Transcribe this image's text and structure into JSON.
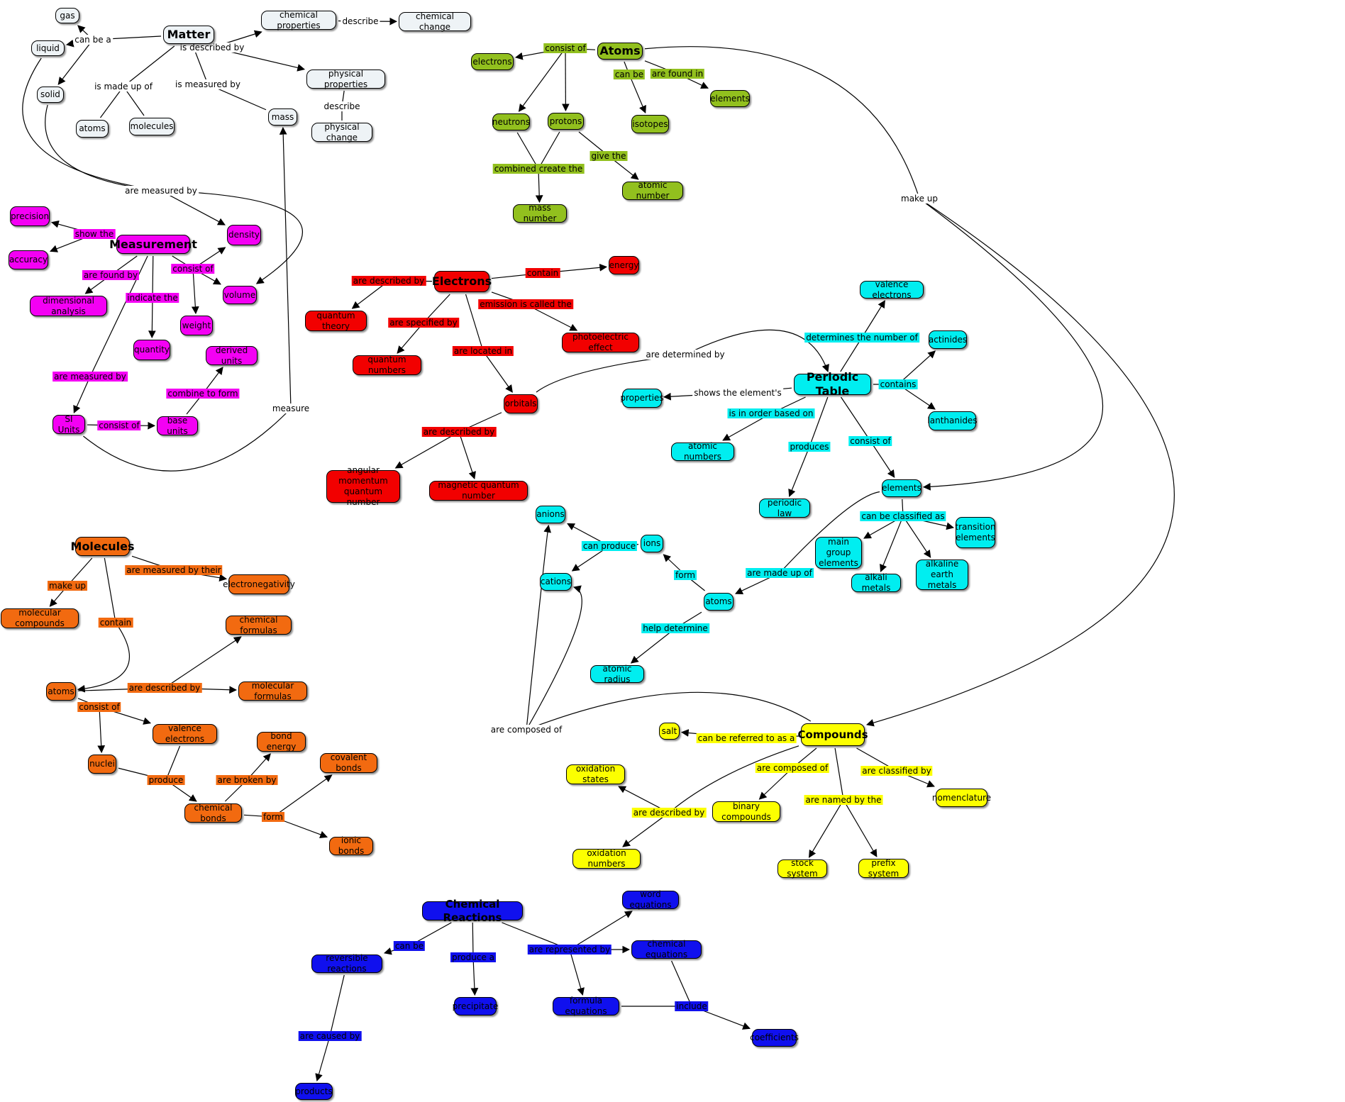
{
  "colors": {
    "gray": "#eef3f6",
    "green": "#92c01e",
    "magenta": "#f400f4",
    "red": "#f20000",
    "cyan": "#00eef0",
    "orange": "#f26a10",
    "yellow": "#fcff00",
    "blue": "#1010ee"
  },
  "nodes": [
    {
      "id": "matter",
      "text": "Matter",
      "color": "gray"
    },
    {
      "id": "gas",
      "text": "gas",
      "color": "gray"
    },
    {
      "id": "liquid",
      "text": "liquid",
      "color": "gray"
    },
    {
      "id": "solid",
      "text": "solid",
      "color": "gray"
    },
    {
      "id": "atoms_g",
      "text": "atoms",
      "color": "gray"
    },
    {
      "id": "molecules_g",
      "text": "molecules",
      "color": "gray"
    },
    {
      "id": "chem_props",
      "text": "chemical properties",
      "color": "gray"
    },
    {
      "id": "chem_change",
      "text": "chemical change",
      "color": "gray"
    },
    {
      "id": "phys_props",
      "text": "physical properties",
      "color": "gray"
    },
    {
      "id": "phys_change",
      "text": "physical change",
      "color": "gray"
    },
    {
      "id": "mass",
      "text": "mass",
      "color": "gray"
    },
    {
      "id": "atoms_root",
      "text": "Atoms",
      "color": "green"
    },
    {
      "id": "electrons_gr",
      "text": "electrons",
      "color": "green"
    },
    {
      "id": "neutrons",
      "text": "neutrons",
      "color": "green"
    },
    {
      "id": "protons",
      "text": "protons",
      "color": "green"
    },
    {
      "id": "isotopes",
      "text": "isotopes",
      "color": "green"
    },
    {
      "id": "elements_gr",
      "text": "elements",
      "color": "green"
    },
    {
      "id": "atomic_number",
      "text": "atomic number",
      "color": "green"
    },
    {
      "id": "mass_number",
      "text": "mass number",
      "color": "green"
    },
    {
      "id": "measurement",
      "text": "Measurement",
      "color": "magenta"
    },
    {
      "id": "precision",
      "text": "precision",
      "color": "magenta"
    },
    {
      "id": "accuracy",
      "text": "accuracy",
      "color": "magenta"
    },
    {
      "id": "density",
      "text": "density",
      "color": "magenta"
    },
    {
      "id": "volume",
      "text": "volume",
      "color": "magenta"
    },
    {
      "id": "weight",
      "text": "weight",
      "color": "magenta"
    },
    {
      "id": "dim_analysis",
      "text": "dimensional analysis",
      "color": "magenta"
    },
    {
      "id": "quantity",
      "text": "quantity",
      "color": "magenta"
    },
    {
      "id": "derived_units",
      "text": "derived units",
      "color": "magenta"
    },
    {
      "id": "si_units",
      "text": "SI Units",
      "color": "magenta"
    },
    {
      "id": "base_units",
      "text": "base units",
      "color": "magenta"
    },
    {
      "id": "electrons_root",
      "text": "Electrons",
      "color": "red"
    },
    {
      "id": "energy",
      "text": "energy",
      "color": "red"
    },
    {
      "id": "quantum_theory",
      "text": "quantum theory",
      "color": "red"
    },
    {
      "id": "quantum_numbers",
      "text": "quantum numbers",
      "color": "red"
    },
    {
      "id": "photoelectric",
      "text": "photoelectric effect",
      "color": "red"
    },
    {
      "id": "orbitals",
      "text": "orbitals",
      "color": "red"
    },
    {
      "id": "angular_qn",
      "text": "angular momentum\nquantum number",
      "color": "red"
    },
    {
      "id": "magnetic_qn",
      "text": "magnetic quantum number",
      "color": "red"
    },
    {
      "id": "periodic_table",
      "text": "Periodic Table",
      "color": "cyan"
    },
    {
      "id": "valence_c",
      "text": "valence electrons",
      "color": "cyan"
    },
    {
      "id": "actinides",
      "text": "actinides",
      "color": "cyan"
    },
    {
      "id": "lanthanides",
      "text": "lanthanides",
      "color": "cyan"
    },
    {
      "id": "properties",
      "text": "properties",
      "color": "cyan"
    },
    {
      "id": "atomic_numbers",
      "text": "atomic numbers",
      "color": "cyan"
    },
    {
      "id": "periodic_law",
      "text": "periodic law",
      "color": "cyan"
    },
    {
      "id": "elements_c",
      "text": "elements",
      "color": "cyan"
    },
    {
      "id": "transition",
      "text": "transition\nelements",
      "color": "cyan"
    },
    {
      "id": "main_group",
      "text": "main group\nelements",
      "color": "cyan"
    },
    {
      "id": "alkali",
      "text": "alkali metals",
      "color": "cyan"
    },
    {
      "id": "alkaline_earth",
      "text": "alkaline earth\nmetals",
      "color": "cyan"
    },
    {
      "id": "anions",
      "text": "anions",
      "color": "cyan"
    },
    {
      "id": "ions",
      "text": "ions",
      "color": "cyan"
    },
    {
      "id": "cations",
      "text": "cations",
      "color": "cyan"
    },
    {
      "id": "atoms_c",
      "text": "atoms",
      "color": "cyan"
    },
    {
      "id": "atomic_radius",
      "text": "atomic radius",
      "color": "cyan"
    },
    {
      "id": "molecules_root",
      "text": "Molecules",
      "color": "orange"
    },
    {
      "id": "mol_compounds",
      "text": "molecular compounds",
      "color": "orange"
    },
    {
      "id": "electronegativity",
      "text": "electronegativity",
      "color": "orange"
    },
    {
      "id": "chem_formulas",
      "text": "chemical formulas",
      "color": "orange"
    },
    {
      "id": "atoms_o",
      "text": "atoms",
      "color": "orange"
    },
    {
      "id": "mol_formulas",
      "text": "molecular formulas",
      "color": "orange"
    },
    {
      "id": "valence_o",
      "text": "valence electrons",
      "color": "orange"
    },
    {
      "id": "bond_energy",
      "text": "bond energy",
      "color": "orange"
    },
    {
      "id": "nuclei",
      "text": "nuclei",
      "color": "orange"
    },
    {
      "id": "covalent",
      "text": "covalent bonds",
      "color": "orange"
    },
    {
      "id": "chem_bonds",
      "text": "chemical bonds",
      "color": "orange"
    },
    {
      "id": "ionic",
      "text": "ionic bonds",
      "color": "orange"
    },
    {
      "id": "compounds",
      "text": "Compounds",
      "color": "yellow"
    },
    {
      "id": "salt",
      "text": "salt",
      "color": "yellow"
    },
    {
      "id": "ox_states",
      "text": "oxidation states",
      "color": "yellow"
    },
    {
      "id": "binary",
      "text": "binary compounds",
      "color": "yellow"
    },
    {
      "id": "nomenclature",
      "text": "nomenclature",
      "color": "yellow"
    },
    {
      "id": "ox_numbers",
      "text": "oxidation numbers",
      "color": "yellow"
    },
    {
      "id": "stock",
      "text": "stock system",
      "color": "yellow"
    },
    {
      "id": "prefix",
      "text": "prefix system",
      "color": "yellow"
    },
    {
      "id": "chem_reactions",
      "text": "Chemical Reactions",
      "color": "blue"
    },
    {
      "id": "word_eq",
      "text": "word equations",
      "color": "blue"
    },
    {
      "id": "chem_eq",
      "text": "chemical equations",
      "color": "blue"
    },
    {
      "id": "reversible",
      "text": "reversible reactions",
      "color": "blue"
    },
    {
      "id": "precipitate",
      "text": "precipitate",
      "color": "blue"
    },
    {
      "id": "formula_eq",
      "text": "formula equations",
      "color": "blue"
    },
    {
      "id": "coefficients",
      "text": "coefficients",
      "color": "blue"
    },
    {
      "id": "products",
      "text": "products",
      "color": "blue"
    }
  ],
  "links": [
    {
      "id": "L_can_be_a",
      "text": "can be a",
      "color": "white"
    },
    {
      "id": "L_is_described_by",
      "text": "is described by",
      "color": "white"
    },
    {
      "id": "L_describe1",
      "text": "describe",
      "color": "white"
    },
    {
      "id": "L_describe2",
      "text": "describe",
      "color": "white"
    },
    {
      "id": "L_is_made_up_of",
      "text": "is made up of",
      "color": "white"
    },
    {
      "id": "L_is_measured_by",
      "text": "is measured by",
      "color": "white"
    },
    {
      "id": "L_are_measured_by_w",
      "text": "are measured by",
      "color": "white"
    },
    {
      "id": "L_measure",
      "text": "measure",
      "color": "white"
    },
    {
      "id": "L_make_up",
      "text": "make up",
      "color": "white"
    },
    {
      "id": "L_are_determined_by",
      "text": "are determined by",
      "color": "white"
    },
    {
      "id": "L_shows_the_elements",
      "text": "shows the element's",
      "color": "white"
    },
    {
      "id": "L_are_composed_of_w",
      "text": "are composed of",
      "color": "white"
    },
    {
      "id": "L_consist_of_g",
      "text": "consist of",
      "color": "green"
    },
    {
      "id": "L_can_be_g",
      "text": "can be",
      "color": "green"
    },
    {
      "id": "L_are_found_in",
      "text": "are found in",
      "color": "green"
    },
    {
      "id": "L_combined_create",
      "text": "combined create the",
      "color": "green"
    },
    {
      "id": "L_give_the",
      "text": "give the",
      "color": "green"
    },
    {
      "id": "L_show_the",
      "text": "show the",
      "color": "magenta"
    },
    {
      "id": "L_are_found_by",
      "text": "are found by",
      "color": "magenta"
    },
    {
      "id": "L_indicate_the",
      "text": "indicate the",
      "color": "magenta"
    },
    {
      "id": "L_consist_of_m",
      "text": "consist of",
      "color": "magenta"
    },
    {
      "id": "L_are_measured_by_m",
      "text": "are measured by",
      "color": "magenta"
    },
    {
      "id": "L_combine_to_form",
      "text": "combine to form",
      "color": "magenta"
    },
    {
      "id": "L_consist_of_m2",
      "text": "consist of",
      "color": "magenta"
    },
    {
      "id": "L_are_described_by_r",
      "text": "are described by",
      "color": "red"
    },
    {
      "id": "L_contain_r",
      "text": "contain",
      "color": "red"
    },
    {
      "id": "L_are_specified_by",
      "text": "are specified by",
      "color": "red"
    },
    {
      "id": "L_emission",
      "text": "emission is called the",
      "color": "red"
    },
    {
      "id": "L_are_located_in",
      "text": "are located in",
      "color": "red"
    },
    {
      "id": "L_are_described_by_r2",
      "text": "are described by",
      "color": "red"
    },
    {
      "id": "L_determines",
      "text": "determines the number of",
      "color": "cyan"
    },
    {
      "id": "L_contains",
      "text": "contains",
      "color": "cyan"
    },
    {
      "id": "L_is_in_order",
      "text": "is in order based on",
      "color": "cyan"
    },
    {
      "id": "L_produces",
      "text": "produces",
      "color": "cyan"
    },
    {
      "id": "L_consist_of_c",
      "text": "consist of",
      "color": "cyan"
    },
    {
      "id": "L_can_be_classified",
      "text": "can be classified as",
      "color": "cyan"
    },
    {
      "id": "L_can_produce",
      "text": "can produce",
      "color": "cyan"
    },
    {
      "id": "L_form_c",
      "text": "form",
      "color": "cyan"
    },
    {
      "id": "L_are_made_up_of",
      "text": "are made up of",
      "color": "cyan"
    },
    {
      "id": "L_help_determine",
      "text": "help determine",
      "color": "cyan"
    },
    {
      "id": "L_make_up_o",
      "text": "make up",
      "color": "orange"
    },
    {
      "id": "L_are_measured_by_their",
      "text": "are measured by their",
      "color": "orange"
    },
    {
      "id": "L_contain_o",
      "text": "contain",
      "color": "orange"
    },
    {
      "id": "L_are_described_by_o",
      "text": "are described by",
      "color": "orange"
    },
    {
      "id": "L_consist_of_o",
      "text": "consist of",
      "color": "orange"
    },
    {
      "id": "L_are_broken_by",
      "text": "are broken by",
      "color": "orange"
    },
    {
      "id": "L_produce",
      "text": "produce",
      "color": "orange"
    },
    {
      "id": "L_form_o",
      "text": "form",
      "color": "orange"
    },
    {
      "id": "L_can_be_referred",
      "text": "can be referred to as a",
      "color": "yellow"
    },
    {
      "id": "L_are_composed_of_y",
      "text": "are composed of",
      "color": "yellow"
    },
    {
      "id": "L_are_classified_by",
      "text": "are classified by",
      "color": "yellow"
    },
    {
      "id": "L_are_described_by_y",
      "text": "are described by",
      "color": "yellow"
    },
    {
      "id": "L_are_named_by",
      "text": "are named by the",
      "color": "yellow"
    },
    {
      "id": "L_can_be_b",
      "text": "can be",
      "color": "blue"
    },
    {
      "id": "L_produce_a",
      "text": "produce a",
      "color": "blue"
    },
    {
      "id": "L_are_represented",
      "text": "are represented by",
      "color": "blue"
    },
    {
      "id": "L_include",
      "text": "include",
      "color": "blue"
    },
    {
      "id": "L_are_caused_by",
      "text": "are caused by",
      "color": "blue"
    }
  ]
}
